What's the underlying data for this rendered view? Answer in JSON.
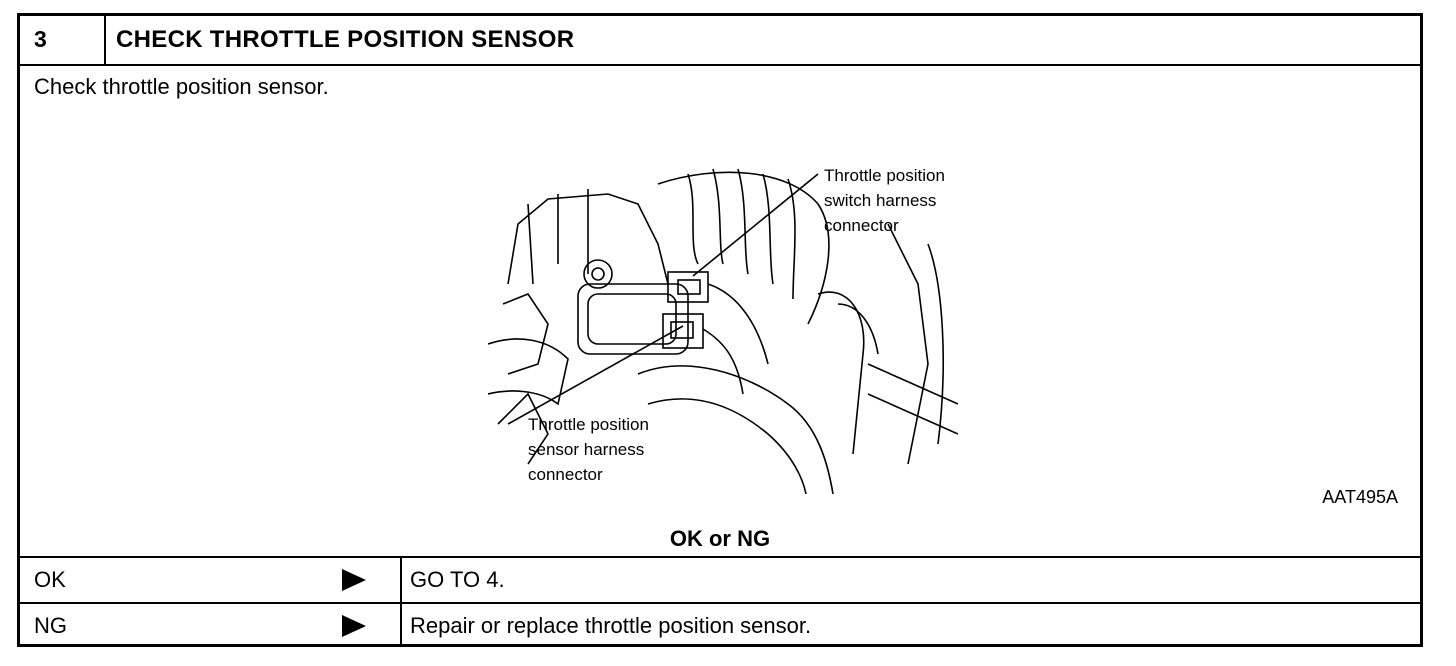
{
  "step": {
    "number": "3",
    "title": "CHECK THROTTLE POSITION SENSOR"
  },
  "instruction": "Check throttle position sensor.",
  "figure": {
    "callout_switch": [
      "Throttle position",
      "switch harness",
      "connector"
    ],
    "callout_sensor": [
      "Throttle position",
      "sensor harness",
      "connector"
    ],
    "code": "AAT495A"
  },
  "result_heading": "OK or NG",
  "results": [
    {
      "label": "OK",
      "action": "GO TO 4."
    },
    {
      "label": "NG",
      "action": "Repair or replace throttle position sensor."
    }
  ]
}
